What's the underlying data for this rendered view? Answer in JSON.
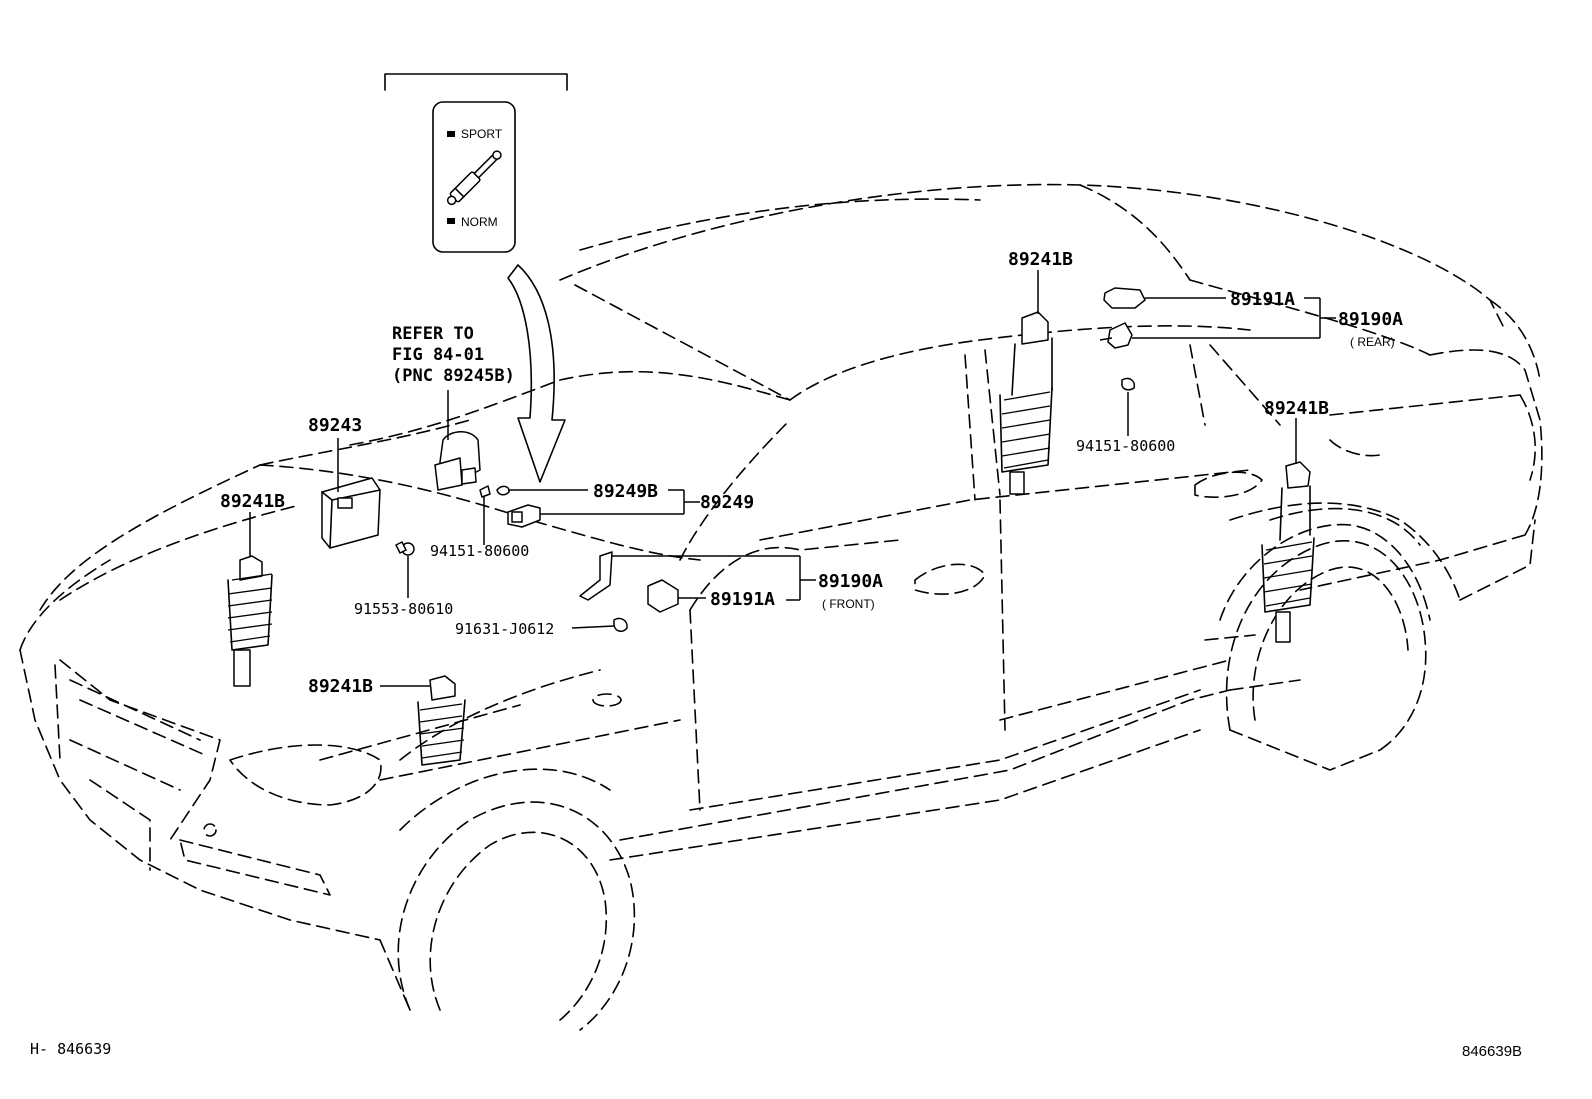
{
  "diagram": {
    "switch_panel": {
      "sport_label": "SPORT",
      "norm_label": "NORM",
      "icon": "shock-absorber-icon"
    },
    "refer_note": [
      "REFER TO",
      "FIG 84-01",
      "(PNC 89245B)"
    ],
    "parts": {
      "p89241B_top_mid": "89241B",
      "p89241B_right": "89241B",
      "p89241B_left": "89241B",
      "p89241B_front": "89241B",
      "p89243": "89243",
      "p89249B": "89249B",
      "p89249": "89249",
      "p94151_front": "94151-80600",
      "p94151_rear": "94151-80600",
      "p91553": "91553-80610",
      "p91631": "91631-J0612",
      "p89191A_front": "89191A",
      "p89191A_rear": "89191A",
      "p89190A_front": "89190A",
      "p89190A_rear": "89190A"
    },
    "captions": {
      "front": "( FRONT)",
      "rear": "( REAR)"
    },
    "footer": {
      "left": "H- 846639",
      "right": "846639B"
    }
  }
}
